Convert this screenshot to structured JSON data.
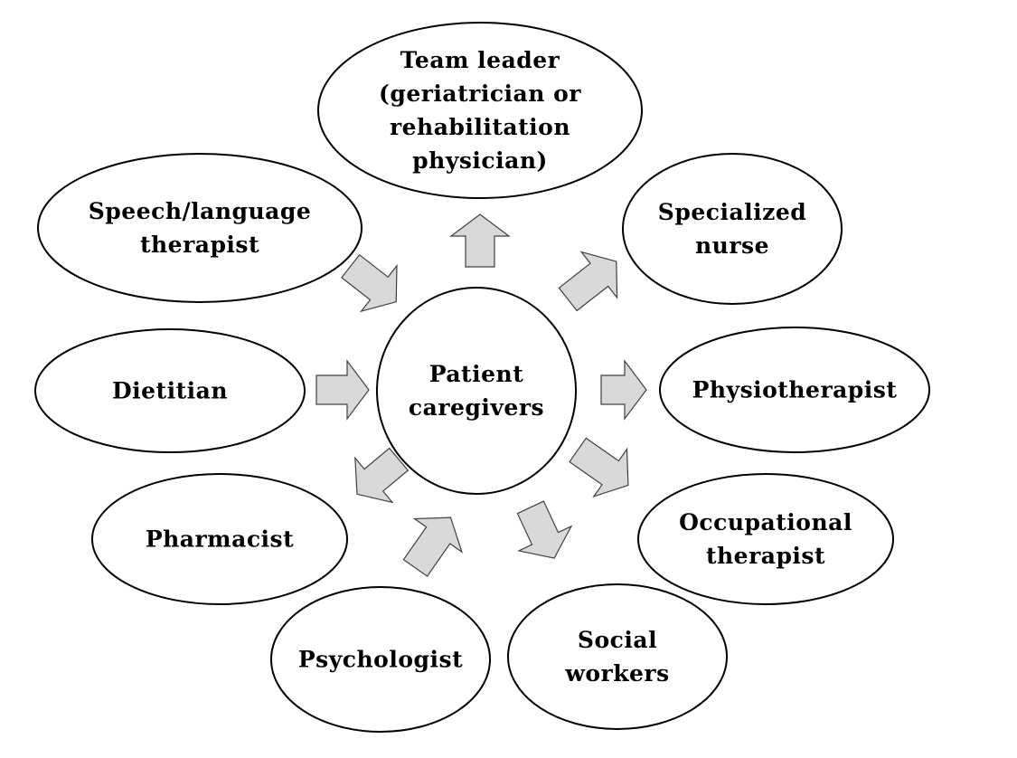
{
  "diagram": {
    "center": {
      "id": "center",
      "lines": [
        "Patient",
        "caregivers"
      ]
    },
    "nodes": [
      {
        "id": "team-leader",
        "lines": [
          "Team leader",
          "(geriatrician or",
          "rehabilitation",
          "physician)"
        ]
      },
      {
        "id": "specialized-nurse",
        "lines": [
          "Specialized",
          "nurse"
        ]
      },
      {
        "id": "physiotherapist",
        "lines": [
          "Physiotherapist"
        ]
      },
      {
        "id": "occupational-therapist",
        "lines": [
          "Occupational",
          "therapist"
        ]
      },
      {
        "id": "social-workers",
        "lines": [
          "Social",
          "workers"
        ]
      },
      {
        "id": "psychologist",
        "lines": [
          "Psychologist"
        ]
      },
      {
        "id": "pharmacist",
        "lines": [
          "Pharmacist"
        ]
      },
      {
        "id": "dietitian",
        "lines": [
          "Dietitian"
        ]
      },
      {
        "id": "speech-language-therapist",
        "lines": [
          "Speech/language",
          "therapist"
        ]
      }
    ],
    "edges": [
      {
        "from": "center",
        "to": "team-leader"
      },
      {
        "from": "center",
        "to": "specialized-nurse"
      },
      {
        "from": "center",
        "to": "physiotherapist"
      },
      {
        "from": "center",
        "to": "occupational-therapist"
      },
      {
        "from": "center",
        "to": "social-workers"
      },
      {
        "from": "psychologist",
        "to": "center"
      },
      {
        "from": "center",
        "to": "pharmacist"
      },
      {
        "from": "dietitian",
        "to": "center"
      },
      {
        "from": "speech-language-therapist",
        "to": "center"
      }
    ],
    "colors": {
      "node_fill": "#ffffff",
      "node_stroke": "#000000",
      "arrow_fill": "#d9d9d9",
      "arrow_stroke": "#404040",
      "text": "#000000"
    }
  }
}
